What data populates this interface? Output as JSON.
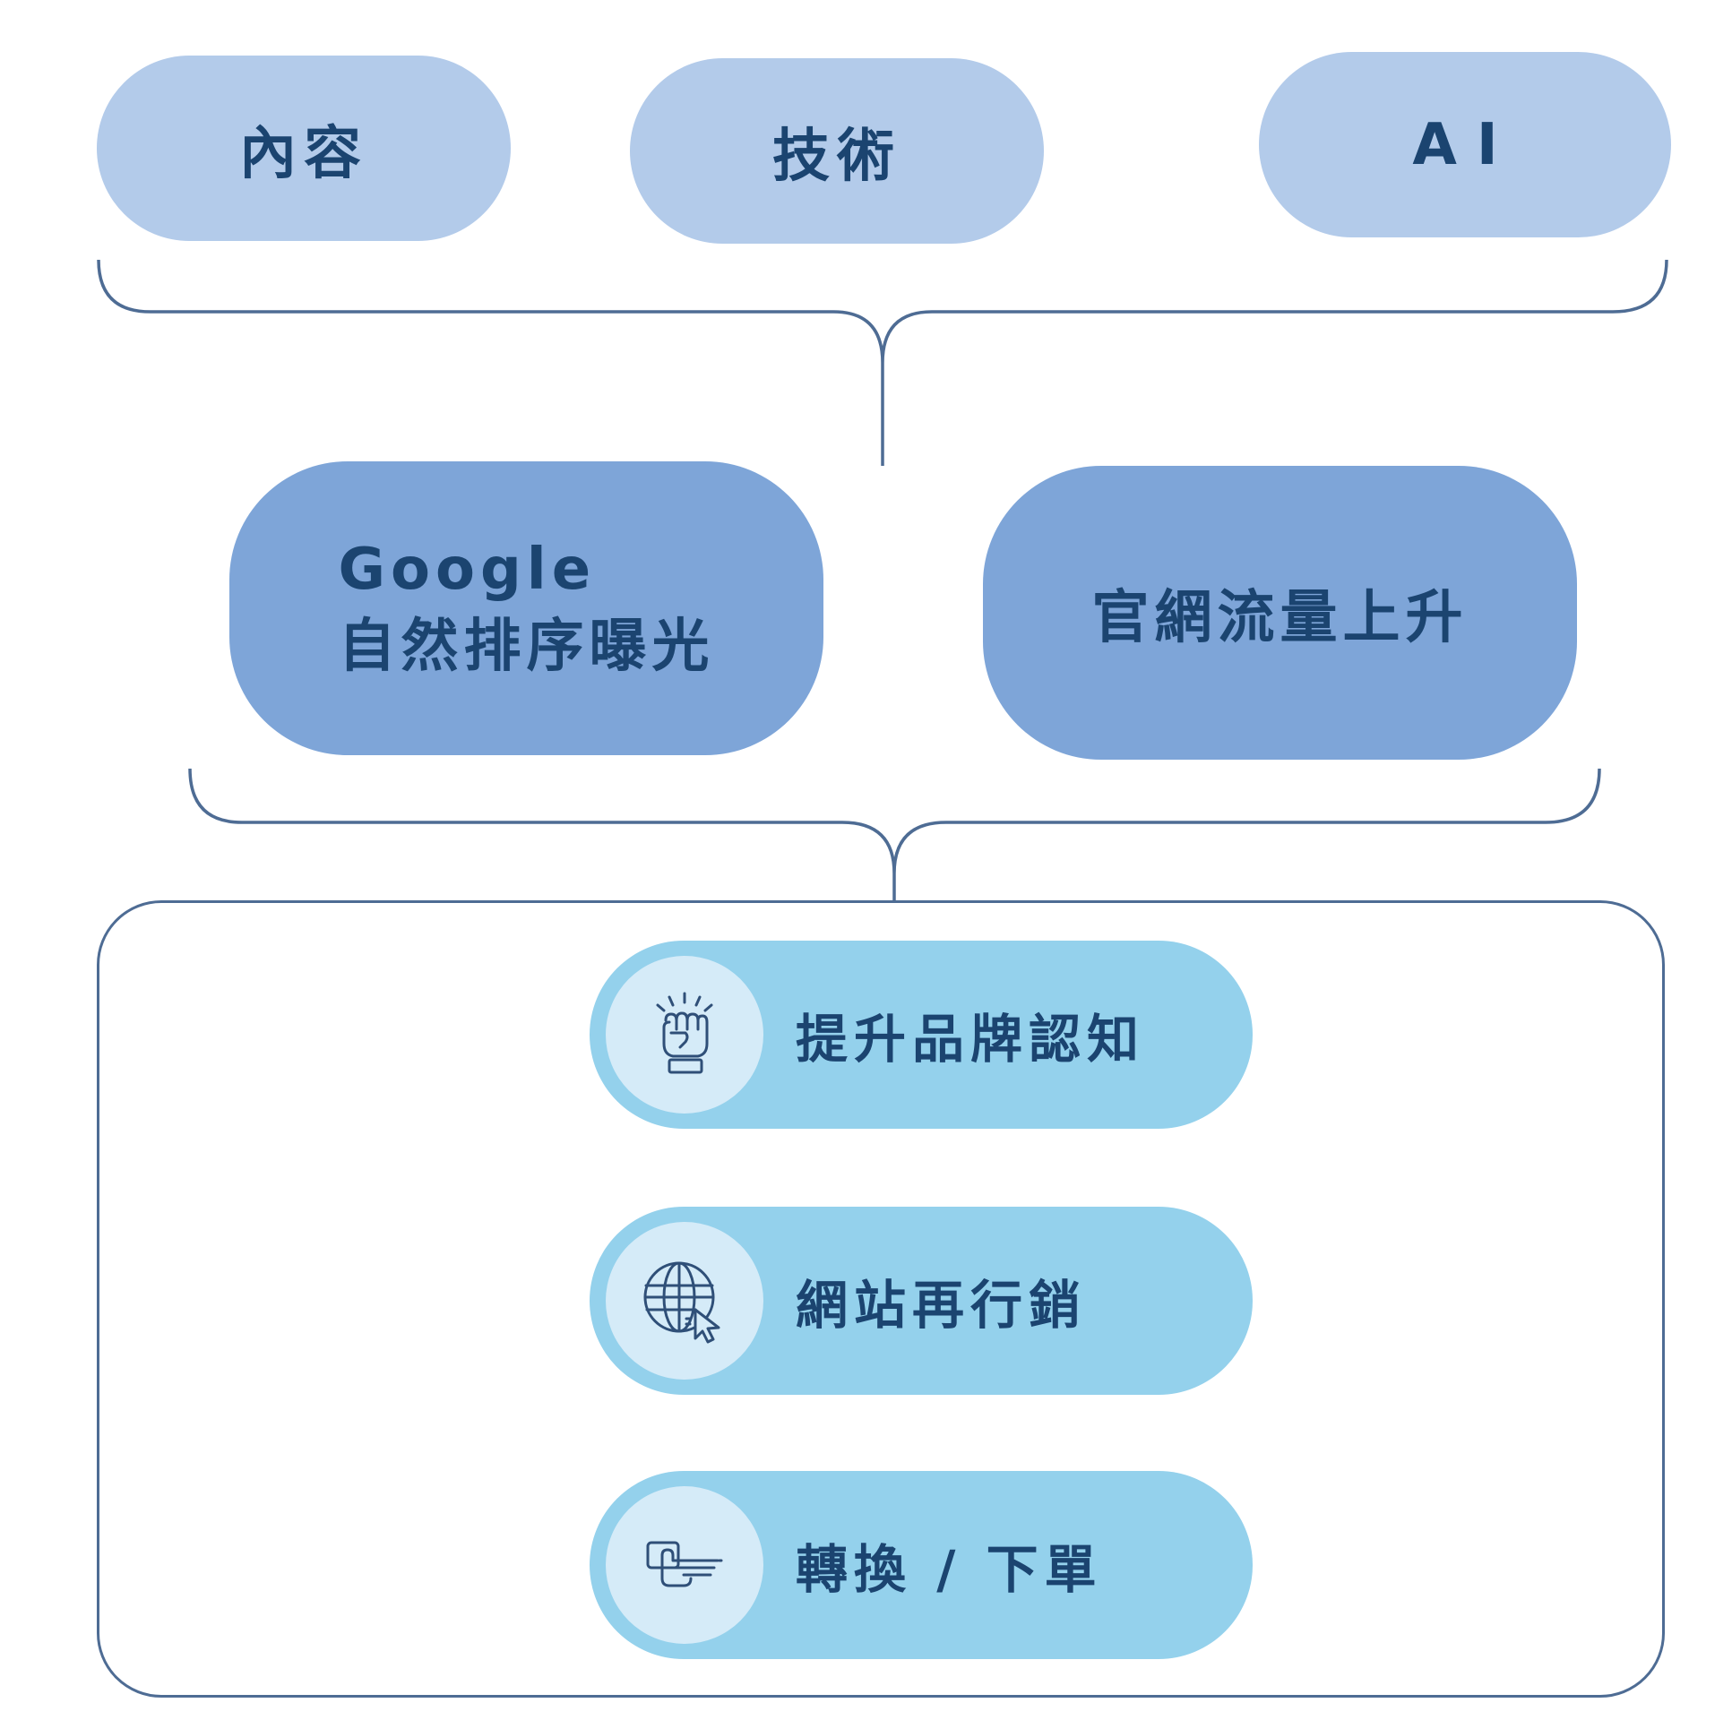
{
  "factors": [
    {
      "label": "內容"
    },
    {
      "label": "技術"
    },
    {
      "label": "AI"
    }
  ],
  "outcomes": [
    {
      "line1": "Google",
      "line2": "自然排序曝光"
    },
    {
      "label": "官網流量上升"
    }
  ],
  "steps": [
    {
      "label": "提升品牌認知",
      "icon": "raised-fist-icon"
    },
    {
      "label": "網站再行銷",
      "icon": "globe-cursor-icon"
    },
    {
      "label": "轉換 / 下單",
      "icon": "hand-pointing-button-icon"
    }
  ],
  "colors": {
    "factor_fill": "#b3cbea",
    "outcome_fill": "#7ea5d8",
    "step_fill": "#94d1ec",
    "icon_circle_fill": "#d5ebf8",
    "text": "#1b4470",
    "connector_stroke": "#4e6c94"
  }
}
